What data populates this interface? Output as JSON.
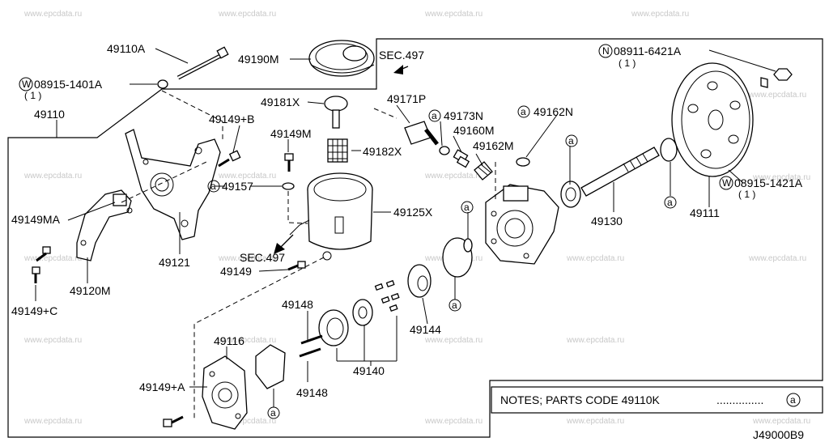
{
  "watermark": "www.epcdata.ru",
  "diagram_code": "J49000B9",
  "notes": {
    "text": "NOTES; PARTS CODE  49110K",
    "dots": "...............",
    "symbol": "a"
  },
  "labels": {
    "p49110A": "49110A",
    "p49190M": "49190M",
    "sec497_top": "SEC.497",
    "n08911": "08911-6421A",
    "n08911_qty": "( 1 )",
    "n08911_prefix": "N",
    "w08915_1401A": "08915-1401A",
    "w08915_1401A_qty": "( 1 )",
    "w_prefix": "W",
    "p49110": "49110",
    "p49181X": "49181X",
    "p49171P": "49171P",
    "p49173N": "49173N",
    "p49162N": "49162N",
    "p49149B": "49149+B",
    "p49149M": "49149M",
    "p49160M": "49160M",
    "p49182X": "49182X",
    "p49162M": "49162M",
    "p49157": "49157",
    "p49125X": "49125X",
    "p49149MA": "49149MA",
    "p49121": "49121",
    "p49130": "49130",
    "p49111": "49111",
    "w08915_1421A": "08915-1421A",
    "w08915_1421A_qty": "( 1 )",
    "sec497_mid": "SEC.497",
    "p49149": "49149",
    "p49120M": "49120M",
    "p49148_top": "49148",
    "p49144": "49144",
    "p49149C": "49149+C",
    "p49116": "49116",
    "p49140": "49140",
    "p49149A": "49149+A",
    "p49148_bot": "49148",
    "a_marker": "a"
  }
}
